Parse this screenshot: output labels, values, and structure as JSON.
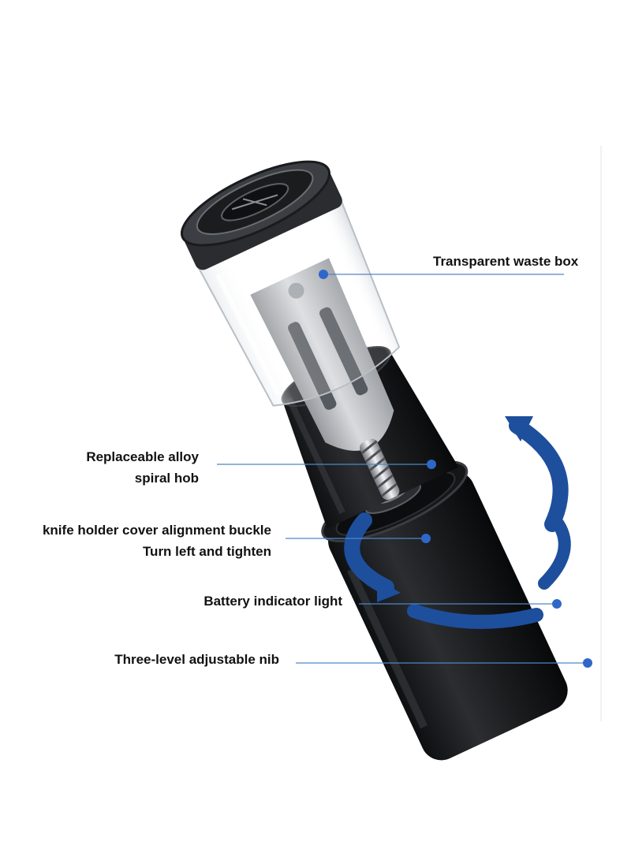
{
  "colors": {
    "background": "#ffffff",
    "label_text": "#111111",
    "leader_line": "#4f86c6",
    "leader_dot": "#2f67c9",
    "body_dark": "#1f2022",
    "arrow_blue": "#1d4f9c",
    "inner_grey": "#b5b8bc"
  },
  "callouts": {
    "waste_box": {
      "line1": "Transparent waste box"
    },
    "spiral_hob": {
      "line1": "Replaceable alloy",
      "line2": "spiral hob"
    },
    "buckle": {
      "line1": "knife holder cover alignment buckle",
      "line2": "Turn left and tighten"
    },
    "battery": {
      "line1": "Battery indicator light"
    },
    "nib": {
      "line1": "Three-level adjustable nib"
    }
  },
  "icons": [
    "rotation-arrow-icon",
    "pencil-sharpener-illustration"
  ]
}
